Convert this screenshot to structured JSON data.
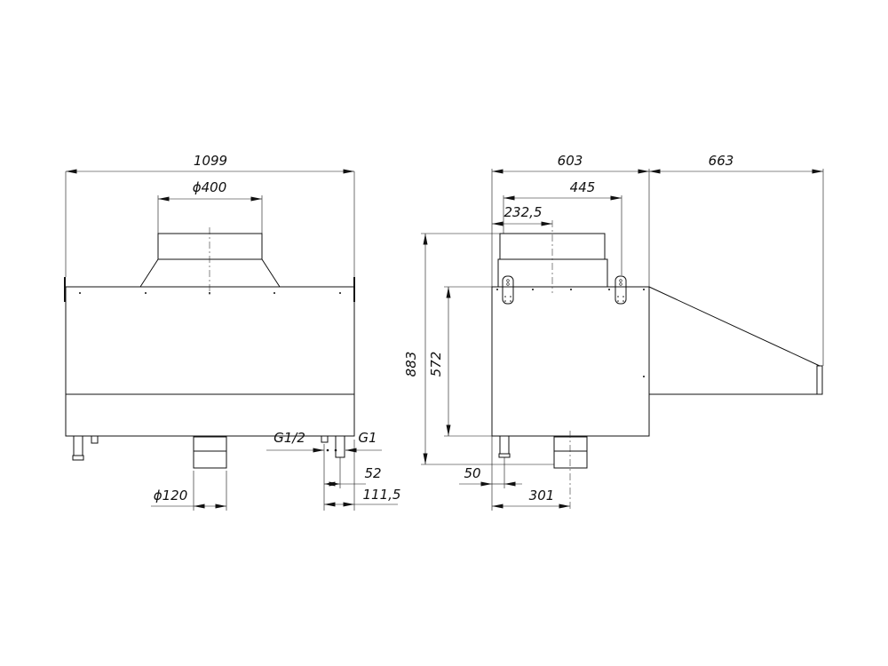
{
  "front_view": {
    "dims": {
      "width": "1099",
      "outlet_dia": "ϕ400",
      "drain_dia": "ϕ120",
      "fitting_small": "G1/2",
      "fitting_large": "G1",
      "offset_52": "52",
      "offset_111": "111,5"
    }
  },
  "side_view": {
    "dims": {
      "depth": "603",
      "hood": "663",
      "collar_span": "445",
      "collar_center": "232,5",
      "total_height": "883",
      "body_height": "572",
      "pipe_offset": "50",
      "drain_offset": "301"
    }
  }
}
